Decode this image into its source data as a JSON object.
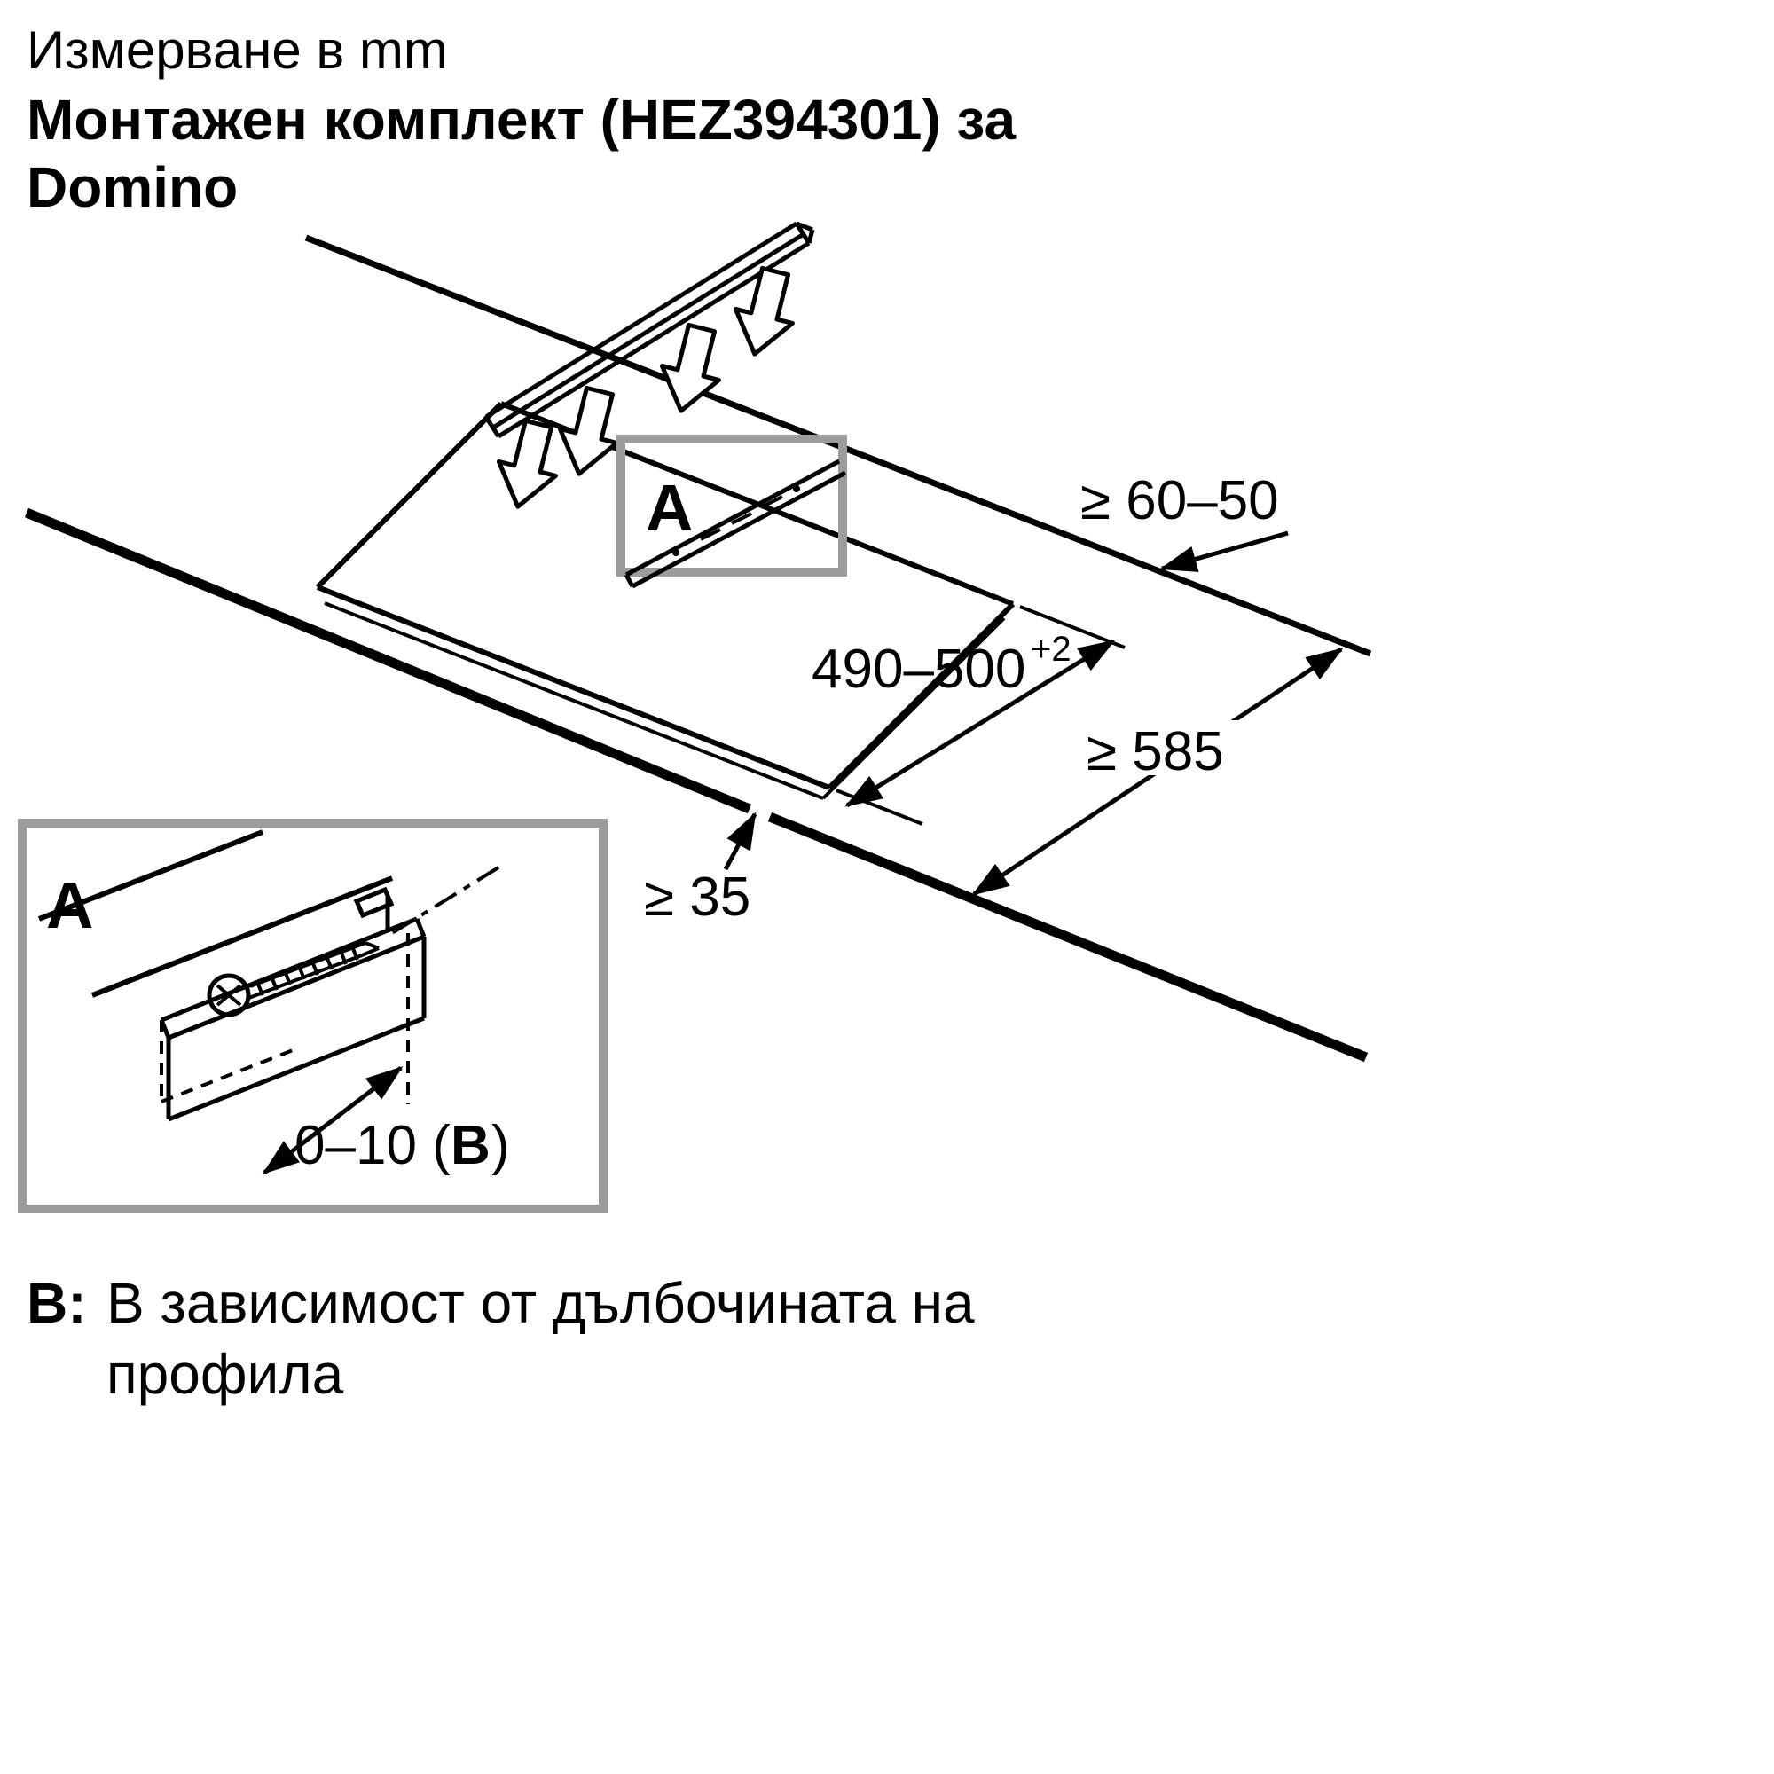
{
  "title": {
    "line1": "Измерване в mm",
    "line2": "Монтажен комплект (HEZ394301) за",
    "line3": "Domino"
  },
  "callout": {
    "label": "A"
  },
  "detail": {
    "label": "A",
    "dim_prefix": "0–10 (",
    "dim_b": "B",
    "dim_suffix": ")"
  },
  "dimensions": {
    "back_clearance": "≥ 60–50",
    "cutout_depth": "490–500",
    "cutout_depth_tolerance": "+2",
    "worktop_depth": "≥ 585",
    "front_clearance": "≥ 35"
  },
  "footer": {
    "key": "B:",
    "line1": "В зависимост от дълбочината на",
    "line2": "профила"
  },
  "colors": {
    "line": "#000000",
    "callout_border": "#9c9c9c",
    "background": "#ffffff"
  }
}
